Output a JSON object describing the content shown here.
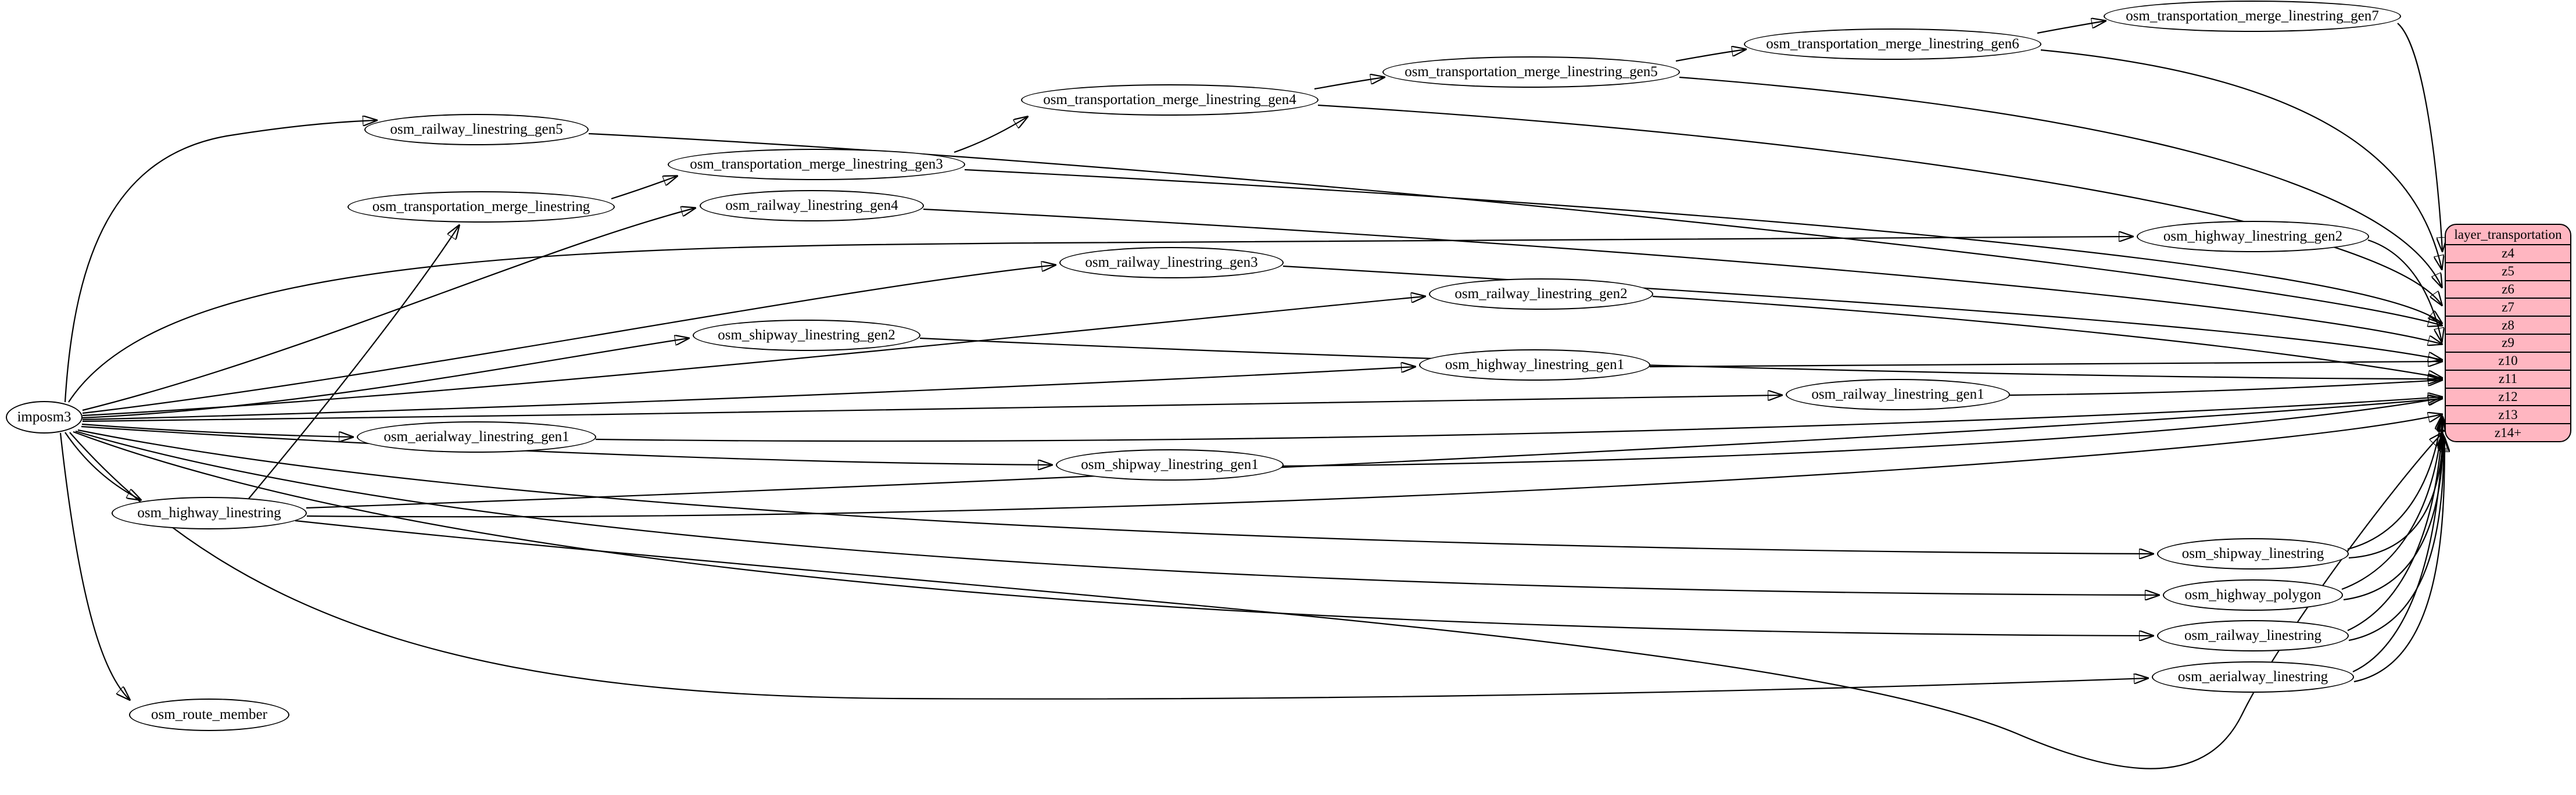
{
  "nodes": {
    "imposm3": {
      "label": "imposm3"
    },
    "railway_gen5": {
      "label": "osm_railway_linestring_gen5"
    },
    "railway_gen4": {
      "label": "osm_railway_linestring_gen4"
    },
    "railway_gen3": {
      "label": "osm_railway_linestring_gen3"
    },
    "railway_gen2": {
      "label": "osm_railway_linestring_gen2"
    },
    "railway_gen1": {
      "label": "osm_railway_linestring_gen1"
    },
    "railway": {
      "label": "osm_railway_linestring"
    },
    "merge": {
      "label": "osm_transportation_merge_linestring"
    },
    "merge_gen3": {
      "label": "osm_transportation_merge_linestring_gen3"
    },
    "merge_gen4": {
      "label": "osm_transportation_merge_linestring_gen4"
    },
    "merge_gen5": {
      "label": "osm_transportation_merge_linestring_gen5"
    },
    "merge_gen6": {
      "label": "osm_transportation_merge_linestring_gen6"
    },
    "merge_gen7": {
      "label": "osm_transportation_merge_linestring_gen7"
    },
    "highway_gen2": {
      "label": "osm_highway_linestring_gen2"
    },
    "highway_gen1": {
      "label": "osm_highway_linestring_gen1"
    },
    "highway": {
      "label": "osm_highway_linestring"
    },
    "highway_polygon": {
      "label": "osm_highway_polygon"
    },
    "shipway_gen2": {
      "label": "osm_shipway_linestring_gen2"
    },
    "shipway_gen1": {
      "label": "osm_shipway_linestring_gen1"
    },
    "shipway": {
      "label": "osm_shipway_linestring"
    },
    "aerialway_gen1": {
      "label": "osm_aerialway_linestring_gen1"
    },
    "aerialway": {
      "label": "osm_aerialway_linestring"
    },
    "route_member": {
      "label": "osm_route_member"
    }
  },
  "record": {
    "title": "layer_transportation",
    "rows": [
      "z4",
      "z5",
      "z6",
      "z7",
      "z8",
      "z9",
      "z10",
      "z11",
      "z12",
      "z13",
      "z14+"
    ],
    "fill": "#ffb6c1",
    "border": "#000000"
  },
  "colors": {
    "background": "#ffffff",
    "node_fill": "#ffffff",
    "node_border": "#000000",
    "edge": "#000000"
  }
}
